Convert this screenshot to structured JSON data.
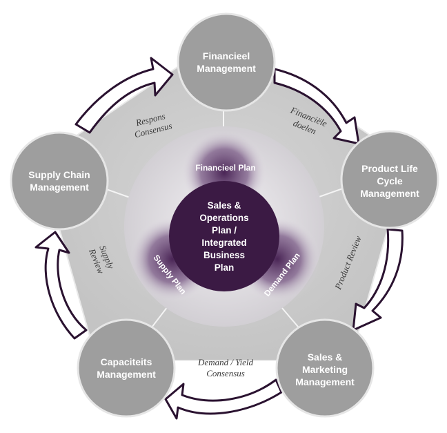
{
  "diagram": {
    "nodes": [
      {
        "id": "financieel",
        "lines": [
          "Financieel",
          "Management"
        ]
      },
      {
        "id": "plc",
        "lines": [
          "Product Life",
          "Cycle",
          "Management"
        ]
      },
      {
        "id": "sales",
        "lines": [
          "Sales &",
          "Marketing",
          "Management"
        ]
      },
      {
        "id": "capaciteit",
        "lines": [
          "Capaciteits",
          "Management"
        ]
      },
      {
        "id": "supply-chain",
        "lines": [
          "Supply Chain",
          "Management"
        ]
      }
    ],
    "reviews": [
      {
        "id": "financiele-doelen",
        "lines": [
          "Financiële",
          "doelen"
        ]
      },
      {
        "id": "product-review",
        "lines": [
          "Product Review"
        ]
      },
      {
        "id": "demand-yield",
        "lines": [
          "Demand / Yield",
          "Consensus"
        ]
      },
      {
        "id": "supply-review",
        "lines": [
          "Supply",
          "Review"
        ]
      },
      {
        "id": "respons-consensus",
        "lines": [
          "Respons",
          "Consensus"
        ]
      }
    ],
    "plans": {
      "financieel": "Financieel Plan",
      "demand": "Demand Plan",
      "supply": "Supply Plan"
    },
    "core": {
      "lines": [
        "Sales &",
        "Operations",
        "Plan /",
        "Integrated",
        "Business",
        "Plan"
      ]
    },
    "colors": {
      "outer_ring": "#c9c9c9",
      "node_fill": "#9e9e9e",
      "core_fill": "#3b1a44",
      "plan_glow": "#4a2556",
      "arrow_stroke": "#2a1230",
      "arrow_fill": "#ffffff"
    }
  }
}
